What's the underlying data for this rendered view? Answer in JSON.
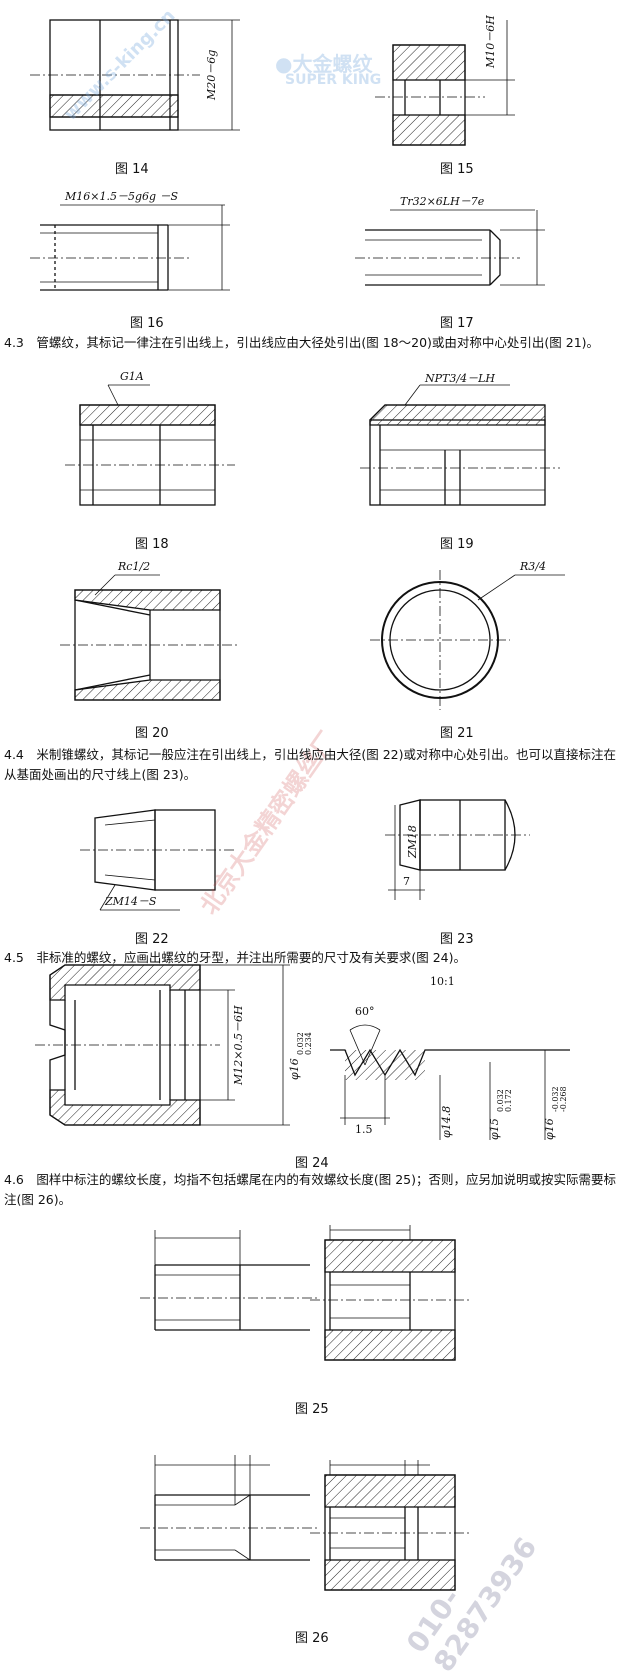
{
  "watermark": {
    "logo_cn": "●大金螺纹",
    "logo_en": "SUPER KING",
    "side_cn": "北京大金精密螺丝厂",
    "phone": "010-82873936",
    "url": "www.s-king.cn"
  },
  "figures": {
    "f14": {
      "caption": "图 14",
      "label": "M20－6g"
    },
    "f15": {
      "caption": "图 15",
      "label": "M10－6H"
    },
    "f16": {
      "caption": "图 16",
      "label": "M16×1.5－5g6g －S"
    },
    "f17": {
      "caption": "图 17",
      "label": "Tr32×6LH－7e"
    },
    "f18": {
      "caption": "图 18",
      "label": "G1A"
    },
    "f19": {
      "caption": "图 19",
      "label": "NPT3/4－LH"
    },
    "f20": {
      "caption": "图 20",
      "label": "Rc1/2"
    },
    "f21": {
      "caption": "图 21",
      "label": "R3/4"
    },
    "f22": {
      "caption": "图 22",
      "label": "ZM14－S"
    },
    "f23": {
      "caption": "图 23",
      "label": "ZM18",
      "dim": "7"
    },
    "f24": {
      "caption": "图 24",
      "label_thread": "M12×0.5－6H",
      "label_dia": "φ16",
      "scale": "10:1",
      "angle": "60°",
      "pitch": "1.5",
      "d1": "φ14.8",
      "d2": "φ15",
      "d3": "φ16",
      "tol1_upper": "0.032",
      "tol1_lower": "0.234",
      "tol2_upper": "0.032",
      "tol2_lower": "0.172",
      "tol3_upper": "-0.032",
      "tol3_lower": "-0.268"
    },
    "f25": {
      "caption": "图 25"
    },
    "f26": {
      "caption": "图 26"
    }
  },
  "sections": {
    "s43": "4.3　管螺纹，其标记一律注在引出线上，引出线应由大径处引出(图 18～20)或由对称中心处引出(图 21)。",
    "s44": "4.4　米制锥螺纹，其标记一般应注在引出线上，引出线应由大径(图 22)或对称中心处引出。也可以直接标注在从基面处画出的尺寸线上(图 23)。",
    "s45": "4.5　非标准的螺纹，应画出螺纹的牙型，并注出所需要的尺寸及有关要求(图 24)。",
    "s46": "4.6　图样中标注的螺纹长度，均指不包括螺尾在内的有效螺纹长度(图 25)；否则，应另加说明或按实际需要标注(图 26)。"
  }
}
